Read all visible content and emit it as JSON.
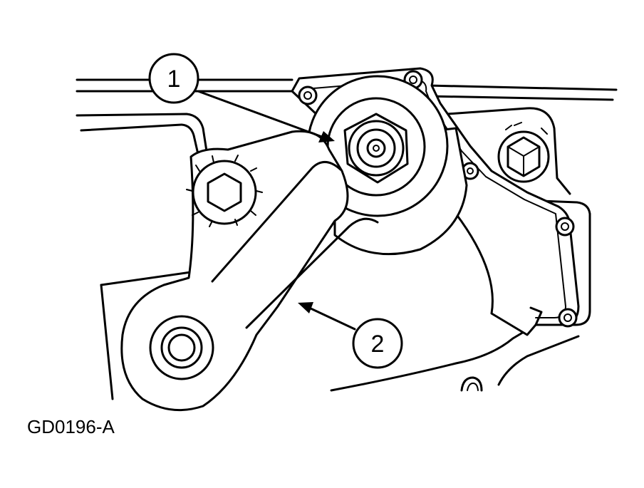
{
  "figure": {
    "id": "GD0196-A",
    "callouts": [
      {
        "number": "1"
      },
      {
        "number": "2"
      }
    ]
  }
}
